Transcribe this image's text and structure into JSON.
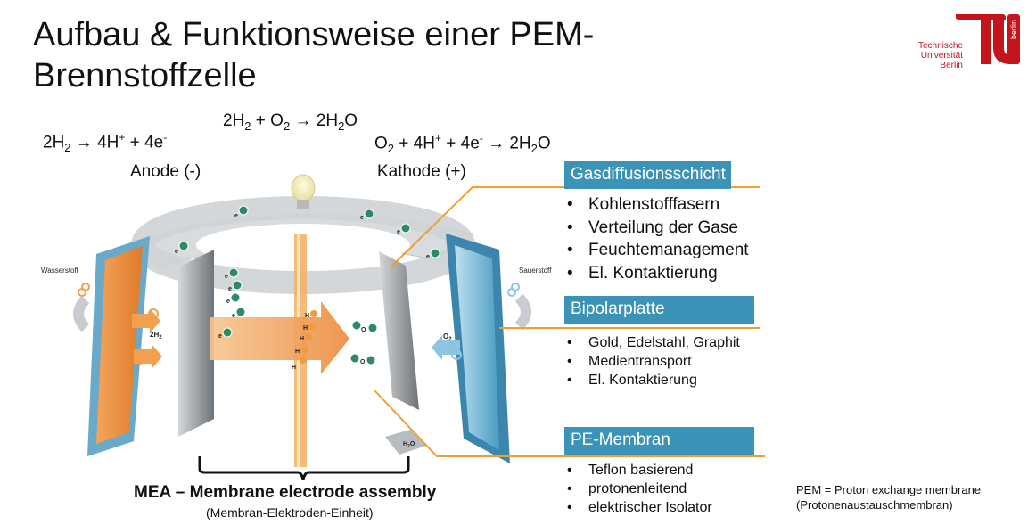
{
  "title": {
    "line1": "Aufbau & Funktionsweise einer PEM-",
    "line2": "Brennstoffzelle"
  },
  "logo": {
    "text": [
      "Technische",
      "Universität",
      "Berlin"
    ],
    "side_text": "berlin",
    "colors": {
      "brand": "#c4141c"
    }
  },
  "equations": {
    "anode": {
      "left": "2H",
      "sub1": "2",
      "mid": " → 4H",
      "sup1": "+",
      "mid2": " + 4e",
      "sup2": "-"
    },
    "overall": {
      "a": "2H",
      "s1": "2",
      "b": " + O",
      "s2": "2",
      "c": " → 2H",
      "s3": "2",
      "d": "O"
    },
    "cathode": {
      "a": "O",
      "s1": "2",
      "b": " + 4H",
      "p1": "+",
      "c": " + 4e",
      "p2": "-",
      "d": " → 2H",
      "s2": "2",
      "e": "O"
    }
  },
  "labels": {
    "anode": "Anode (-)",
    "cathode": "Kathode (+)"
  },
  "diagram": {
    "wasserstoff": "Wasserstoff",
    "sauerstoff": "Sauerstoff",
    "h2": "2H",
    "h2_sub": "2",
    "o2": "O",
    "o2_sub": "2",
    "h2o": "H",
    "h2o_sub": "2",
    "h2o_o": "O",
    "e": "e",
    "h": "H",
    "o": "O"
  },
  "panels": {
    "gdl": {
      "heading": "Gasdiffusionsschicht",
      "items": [
        "Kohlenstofffasern",
        "Verteilung der Gase",
        "Feuchtemanagement",
        "El. Kontaktierung"
      ]
    },
    "bipolar": {
      "heading": "Bipolarplatte",
      "items": [
        "Gold, Edelstahl, Graphit",
        "Medientransport",
        "El. Kontaktierung"
      ]
    },
    "membrane": {
      "heading": "PE-Membran",
      "items": [
        "Teflon basierend",
        "protonenleitend",
        "elektrischer Isolator"
      ]
    }
  },
  "mea": {
    "title": "MEA – Membrane electrode assembly",
    "subtitle": "(Membran-Elektroden-Einheit)"
  },
  "pem_note": {
    "line1": "PEM = Proton exchange membrane",
    "line2": "(Protonenaustauschmembran)"
  },
  "colors": {
    "panel_heading": "#3c93b8",
    "connector": "#f0a030",
    "flow": "#f2a05a",
    "electron": "#2e8a66"
  }
}
